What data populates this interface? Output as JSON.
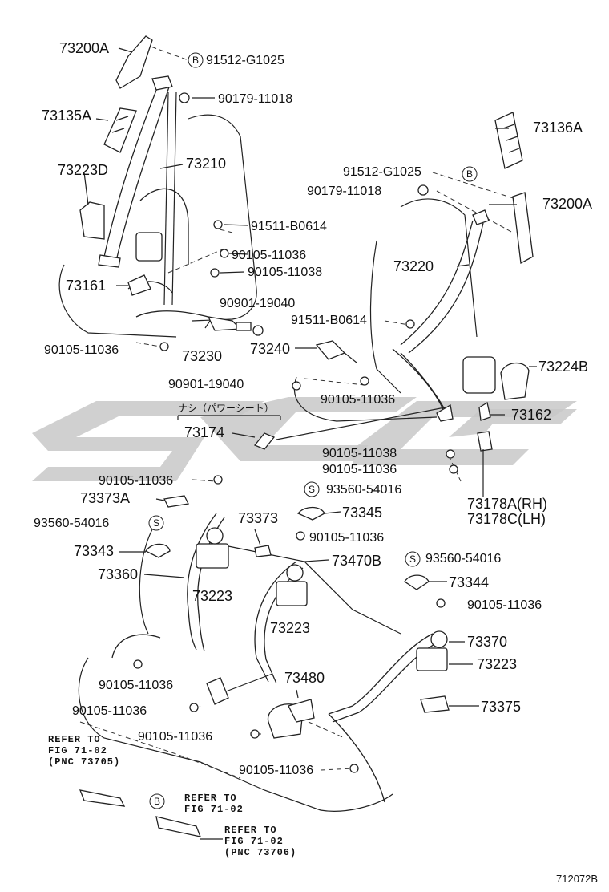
{
  "diagram": {
    "figure_number": "712072B",
    "watermark": "watermark-logo",
    "callouts": {
      "p73200a_top": "73200A",
      "b_91512_top": "91512-G1025",
      "nut_90179_top": "90179-11018",
      "p73135a": "73135A",
      "p73210": "73210",
      "p73223d": "73223D",
      "bolt_91511_left": "91511-B0614",
      "bolt_90105_11036_a": "90105-11036",
      "bolt_90105_11038_a": "90105-11038",
      "p73161": "73161",
      "p90901_left": "90901-19040",
      "bolt_90105_11036_b": "90105-11036",
      "p73230": "73230",
      "p73240": "73240",
      "p73136a": "73136A",
      "b_91512_right": "91512-G1025",
      "nut_90179_right": "90179-11018",
      "p73200a_right": "73200A",
      "p73220": "73220",
      "bolt_91511_right": "91511-B0614",
      "p73224b": "73224B",
      "p90901_right": "90901-19040",
      "bolt_90105_11036_c": "90105-11036",
      "jp_note": "ナシ（パワーシート）",
      "p73174": "73174",
      "p73162": "73162",
      "bolt_90105_11038_b": "90105-11038",
      "bolt_90105_11036_d": "90105-11036",
      "p73178a": "73178A(RH)",
      "p73178c": "73178C(LH)",
      "bolt_90105_11036_e": "90105-11036",
      "p73373a": "73373A",
      "s_93560_left": "93560-54016",
      "p73343": "73343",
      "p73360": "73360",
      "p73223_left": "73223",
      "p73373": "73373",
      "s_93560_mid": "93560-54016",
      "p73345": "73345",
      "bolt_90105_11036_f": "90105-11036",
      "p73470b": "73470B",
      "p73223_mid": "73223",
      "s_93560_right": "93560-54016",
      "p73344": "73344",
      "bolt_90105_11036_g": "90105-11036",
      "p73370": "73370",
      "p73223_right": "73223",
      "p73375": "73375",
      "bolt_90105_11036_h": "90105-11036",
      "p73480": "73480",
      "bolt_90105_11036_i": "90105-11036",
      "bolt_90105_11036_j": "90105-11036",
      "bolt_90105_11036_k": "90105-11036"
    },
    "circle_marks": {
      "b": "B",
      "s": "S"
    },
    "refer_notes": {
      "ref1_line1": "REFER TO",
      "ref1_line2": "FIG 71-02",
      "ref1_line3": "(PNC 73705)",
      "ref2_line1": "REFER TO",
      "ref2_line2": "FIG 71-02",
      "ref3_line1": "REFER TO",
      "ref3_line2": "FIG 71-02",
      "ref3_line3": "(PNC 73706)"
    }
  }
}
